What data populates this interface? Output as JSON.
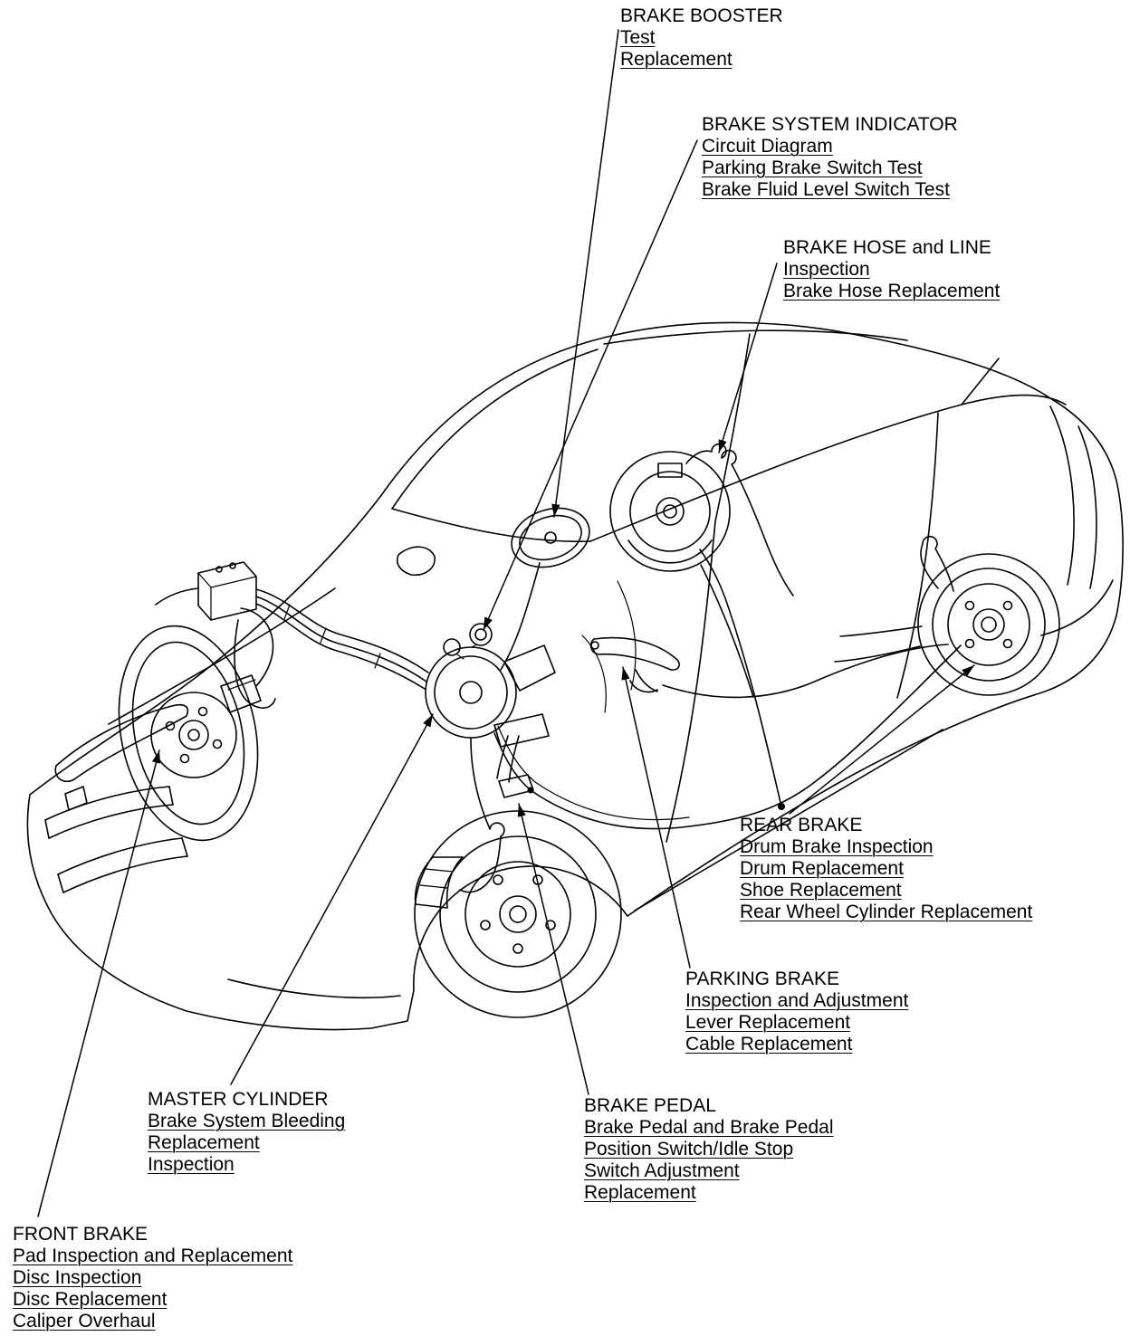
{
  "colors": {
    "ink": "#000000",
    "background": "#ffffff"
  },
  "callouts": [
    {
      "id": "brake-booster",
      "title": "BRAKE BOOSTER",
      "links": [
        "Test",
        "Replacement"
      ]
    },
    {
      "id": "brake-system-indicator",
      "title": "BRAKE SYSTEM INDICATOR",
      "links": [
        "Circuit Diagram",
        "Parking Brake Switch Test",
        "Brake Fluid Level Switch Test"
      ]
    },
    {
      "id": "brake-hose-line",
      "title": "BRAKE HOSE and LINE",
      "links": [
        "Inspection",
        "Brake Hose Replacement"
      ]
    },
    {
      "id": "rear-brake",
      "title": "REAR BRAKE",
      "links": [
        "Drum Brake Inspection",
        "Drum Replacement",
        "Shoe Replacement",
        "Rear Wheel Cylinder Replacement"
      ]
    },
    {
      "id": "parking-brake",
      "title": "PARKING BRAKE",
      "links": [
        "Inspection and Adjustment",
        "Lever Replacement",
        "Cable Replacement"
      ]
    },
    {
      "id": "brake-pedal",
      "title": "BRAKE PEDAL",
      "links": [
        "Brake Pedal and Brake Pedal",
        "Position Switch/Idle Stop",
        "Switch Adjustment",
        "Replacement"
      ]
    },
    {
      "id": "master-cylinder",
      "title": "MASTER CYLINDER",
      "links": [
        "Brake System Bleeding",
        "Replacement",
        "Inspection"
      ]
    },
    {
      "id": "front-brake",
      "title": "FRONT BRAKE",
      "links": [
        "Pad Inspection and Replacement",
        "Disc Inspection",
        "Disc Replacement",
        "Caliper Overhaul"
      ]
    }
  ]
}
